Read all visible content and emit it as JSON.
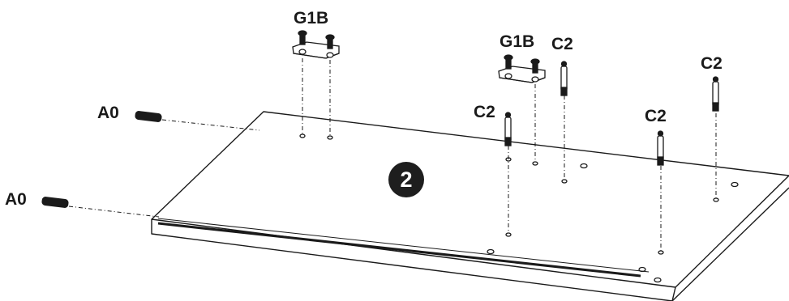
{
  "step_number": "2",
  "labels": {
    "g1b_left": "G1B",
    "g1b_right": "G1B",
    "c2_a": "C2",
    "c2_b": "C2",
    "c2_c": "C2",
    "c2_d": "C2",
    "a0_top": "A0",
    "a0_bottom": "A0"
  },
  "colors": {
    "line": "#1a1a1a",
    "background": "#ffffff",
    "badge": "#1e1e1e"
  }
}
